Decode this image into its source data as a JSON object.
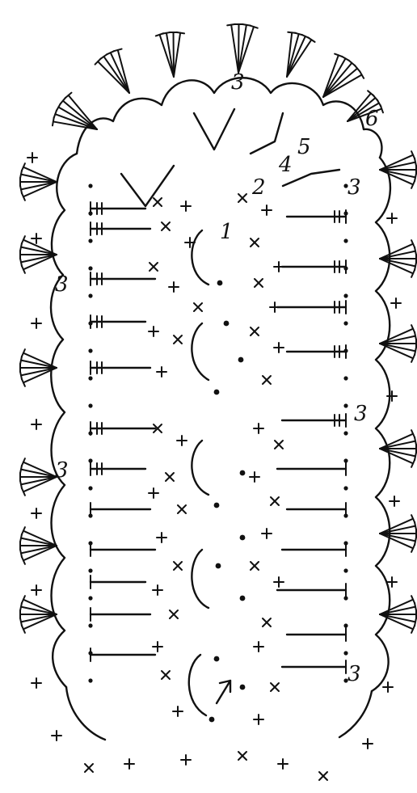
{
  "diagram": {
    "row_labels": [
      {
        "text": "1"
      },
      {
        "text": "2"
      },
      {
        "text": "3"
      },
      {
        "text": "4"
      },
      {
        "text": "5"
      },
      {
        "text": "6"
      },
      {
        "text": "3"
      },
      {
        "text": "3"
      },
      {
        "text": "3"
      },
      {
        "text": "3"
      },
      {
        "text": "3"
      }
    ]
  },
  "legend_symbols": [
    "chain-dot",
    "single-crochet-x",
    "half-double-crochet-plus",
    "double-crochet-t",
    "treble-crochet",
    "slip-stitch-dot"
  ],
  "start_marker": "start-arrow-icon"
}
